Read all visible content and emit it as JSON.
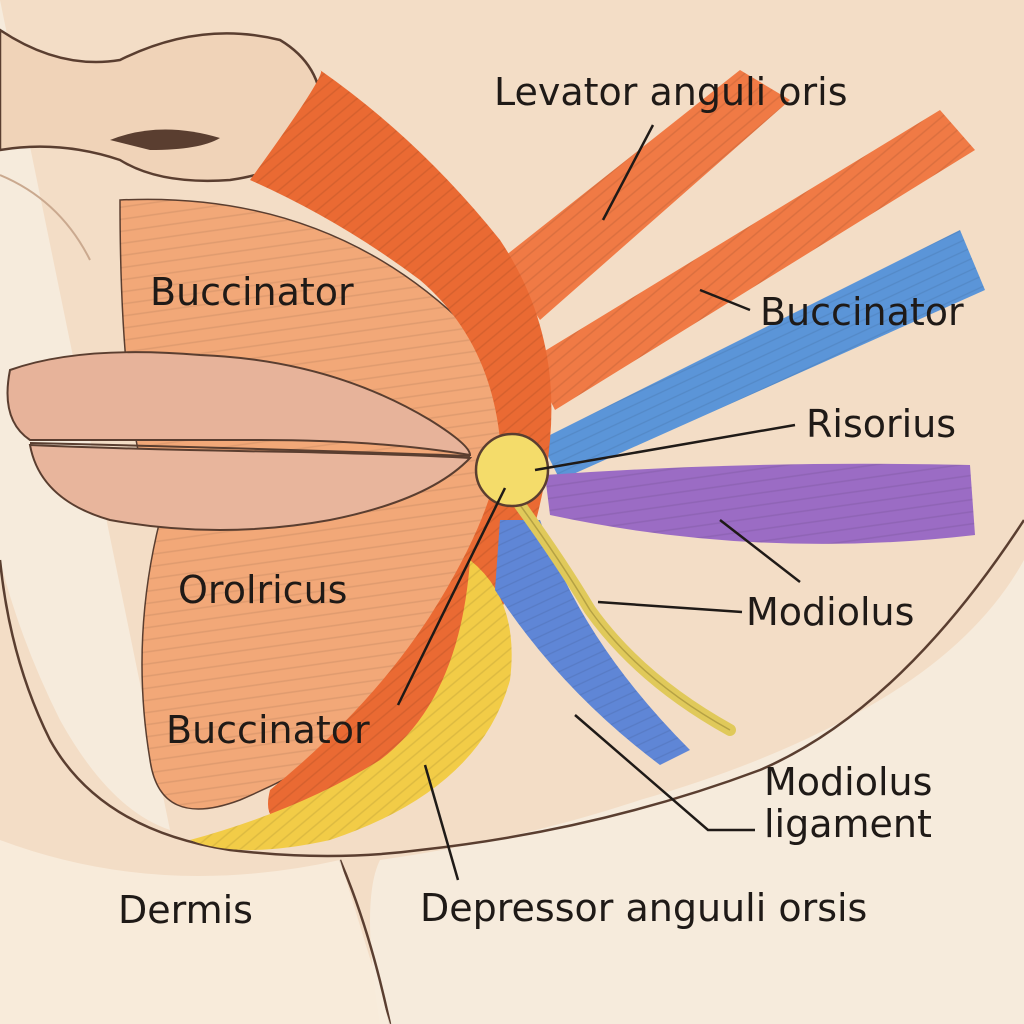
{
  "colors": {
    "skin": "#f3ddc6",
    "background": "#f6ebdc",
    "orbicularis": "#f2a878",
    "levator": "#f07a45",
    "zygomatic": "#ea6a33",
    "risorius": "#5b95d8",
    "depressor_labii": "#5f86d6",
    "purple_band": "#9b6cc4",
    "yellow_band": "#f2cc47",
    "modiolus_node": "#f4dc6a",
    "ligament": "#e0c95a",
    "lips": "#e7b39a",
    "outline": "#5a3e30"
  },
  "labels": {
    "levator_anguli_oris": "Levator anguli oris",
    "buccinator_upper_left": "Buccinator",
    "buccinator_right": "Buccinator",
    "risorius": "Risorius",
    "orolricus": "Orolricus",
    "modiolus": "Modiolus",
    "buccinator_lower": "Buccinator",
    "modiolus_ligament_line1": "Modiolus",
    "modiolus_ligament_line2": "ligament",
    "dermis": "Dermis",
    "depressor": "Depressor anguuli orsis"
  }
}
